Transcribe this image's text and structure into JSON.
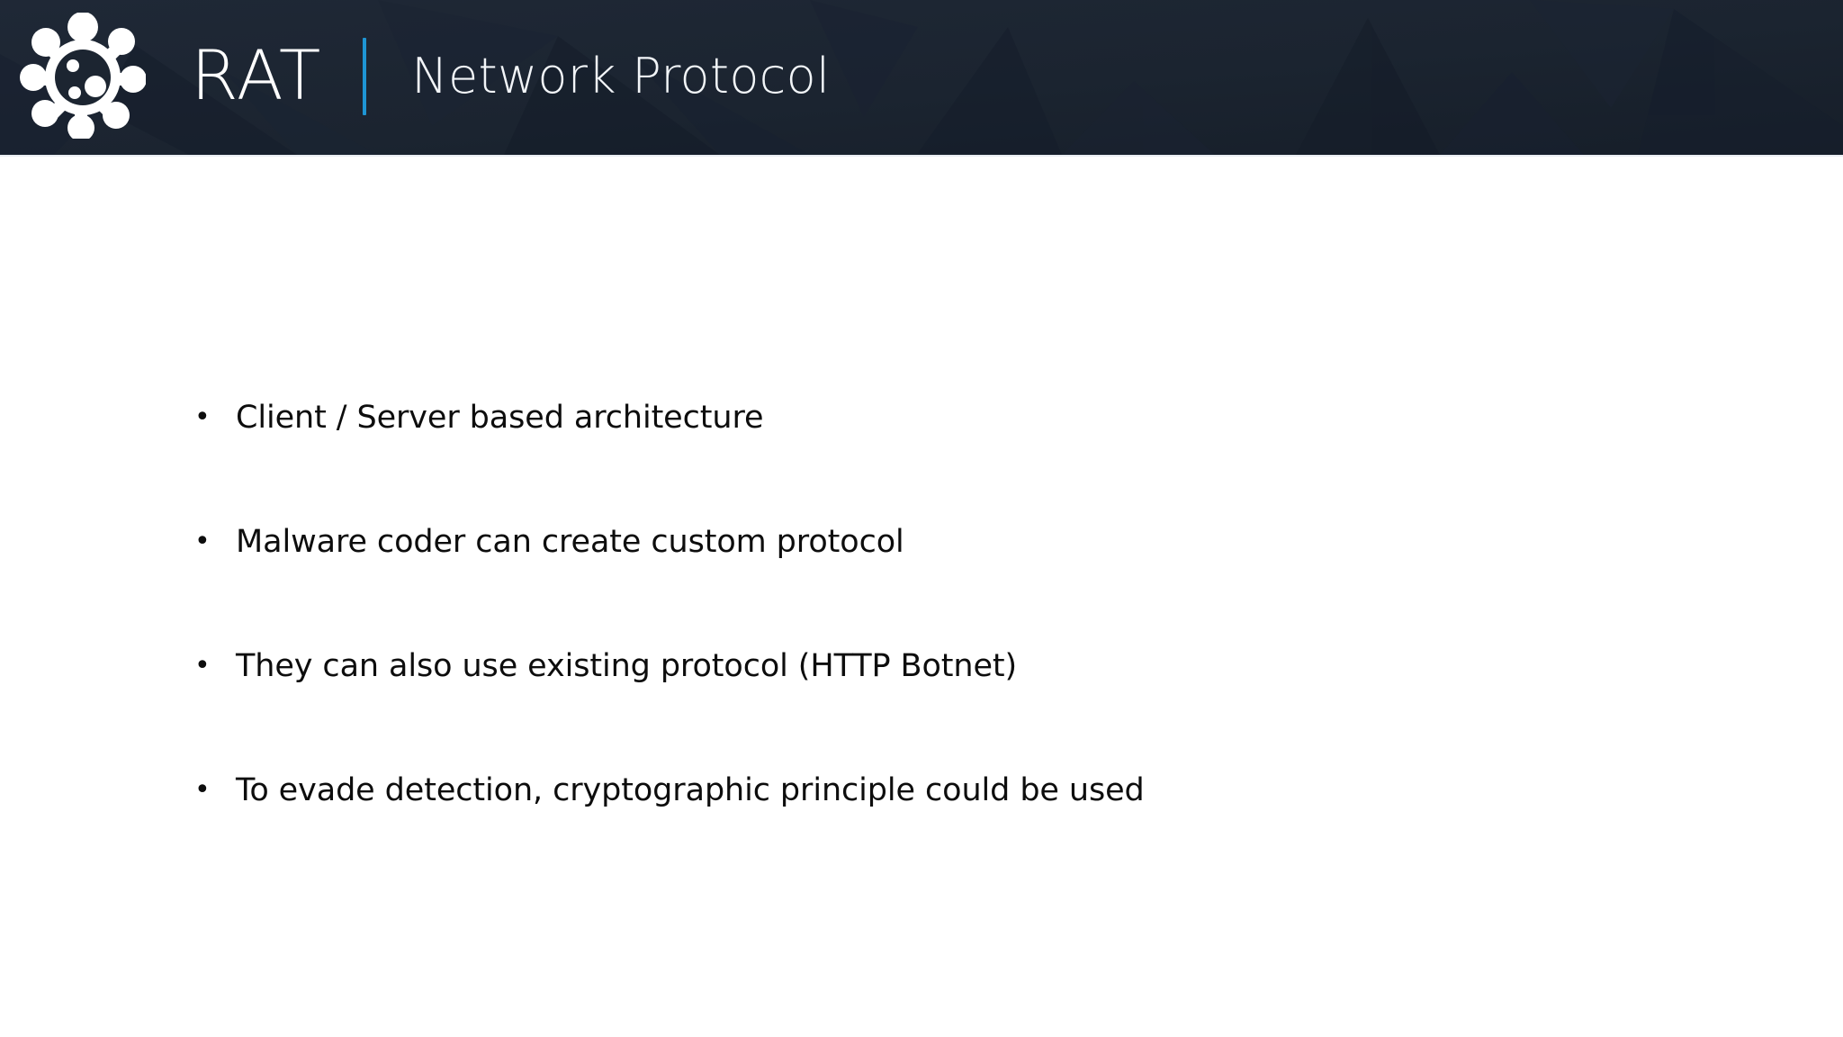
{
  "slide": {
    "brand": {
      "logo_icon": "virus-icon",
      "name": "RAT",
      "subtitle": "Network Protocol"
    },
    "colors": {
      "header_background": "#1c2531",
      "accent_divider": "#1e95d4",
      "body_background": "#ffffff",
      "brand_text": "#ffffff",
      "body_text": "#0d0d0d"
    },
    "content": {
      "bullet_marker": "•",
      "bullets": [
        {
          "text": "Client / Server based architecture"
        },
        {
          "text": "Malware coder can create custom protocol"
        },
        {
          "text": "They can also use existing protocol (HTTP Botnet)"
        },
        {
          "text": "To evade detection, cryptographic principle could be used"
        }
      ]
    }
  }
}
